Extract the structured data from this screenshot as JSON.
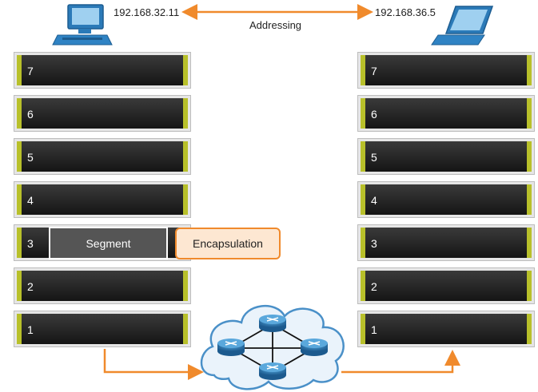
{
  "hosts": {
    "left": {
      "ip": "192.168.32.11",
      "icon": "desktop-computer-icon"
    },
    "right": {
      "ip": "192.168.36.5",
      "icon": "laptop-icon"
    }
  },
  "addressing_label": "Addressing",
  "layers": [
    "7",
    "6",
    "5",
    "4",
    "3",
    "2",
    "1"
  ],
  "segment_label": "Segment",
  "encapsulation_label": "Encapsulation",
  "colors": {
    "accent": "#f08a2c",
    "layer_edge": "#b8c02a",
    "layer_bg": "#1f1f1f"
  },
  "network": {
    "icon": "cloud-router-network-icon"
  }
}
